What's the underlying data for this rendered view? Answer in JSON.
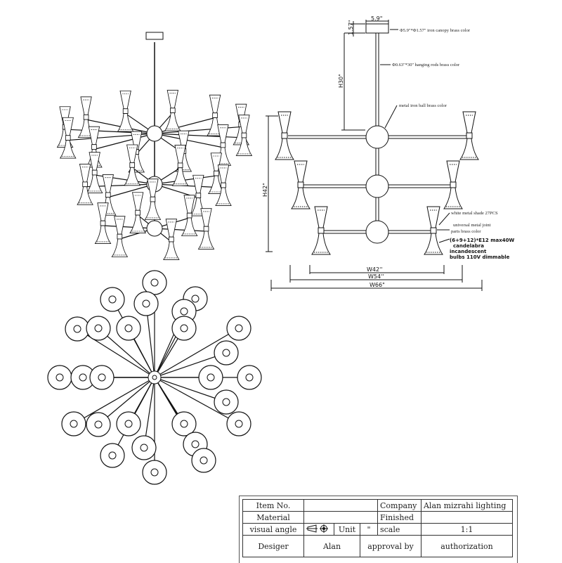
{
  "annotations": {
    "canopy_width": "5.9\"",
    "canopy_height": "1.57\"",
    "canopy": "Φ5.9\"*Φ1.57\" iron canopy brass color",
    "rods": "Φ0.63\"*30'' hanging rods brass color",
    "ball": "metal iron ball brass color",
    "shade": "white metal shade 27PCS",
    "joint_line1": "universal metal joint",
    "joint_line2": "parts brass color",
    "bulb_line1": "(6+9+12)*E12 max40W",
    "bulb_line2": "candelabra",
    "bulb_line3": "incandescent",
    "bulb_line4": "bulbs 110V dimmable"
  },
  "dimensions": {
    "h30": "H30\"",
    "h42": "H42\"",
    "w42": "W42''",
    "w54": "W54''",
    "w66": "W66\""
  },
  "title_block": {
    "item_no_label": "Item No.",
    "item_no_value": "",
    "company_label": "Company",
    "company_value": "Alan mizrahi lighting",
    "material_label": "Material",
    "material_value": "",
    "finished_label": "Finished",
    "finished_value": "",
    "visual_angle_label": "visual angle",
    "unit_label": "Unit",
    "unit_value": "\"",
    "scale_label": "scale",
    "scale_value": "1:1",
    "designer_label": "Desiger",
    "designer_value": "Alan",
    "approval_label": "approval by",
    "authorization_label": "authorization"
  }
}
